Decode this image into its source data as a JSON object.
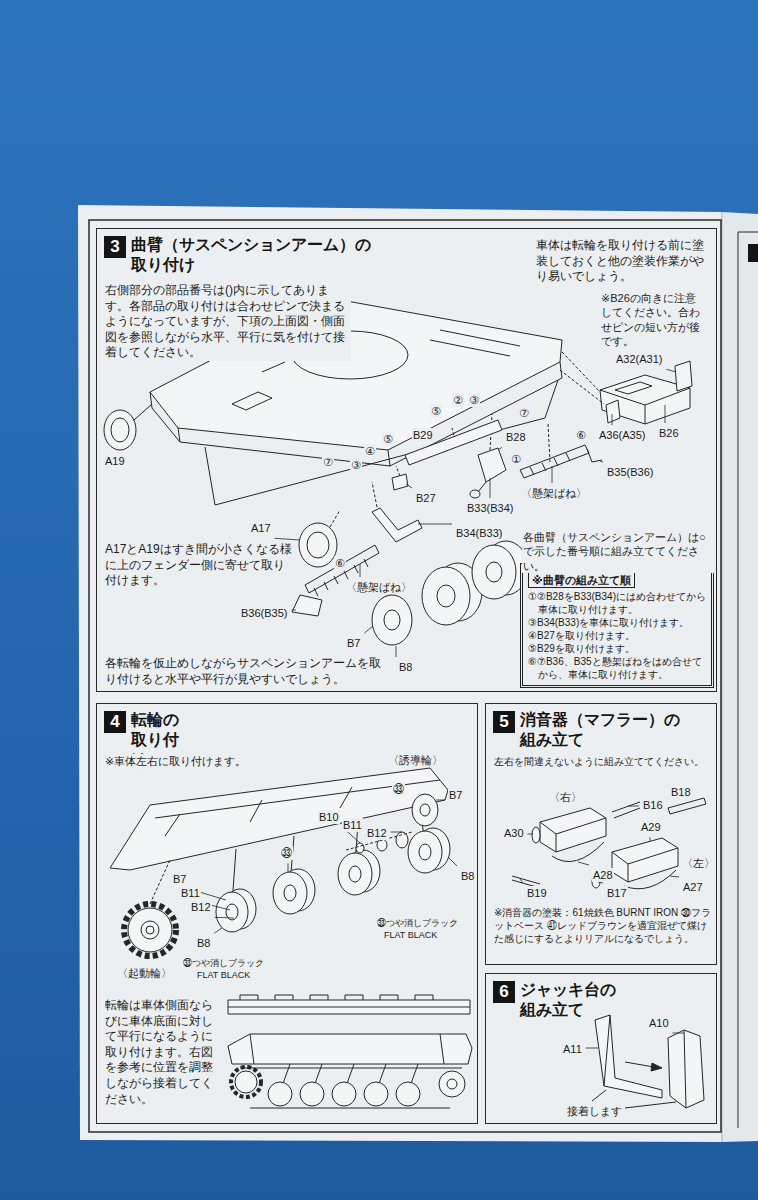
{
  "diagram": {
    "nodes": [
      {
        "text": [
          "曲臂（サスペンションアーム）の 取り付け"
        ]
      },
      {
        "text": [
          "3"
        ],
        "in": 0
      },
      {
        "text": [
          "※曲臂の組み立て順",
          "①②B28をB33(B34)にはめ合わせてから車体に取り付けます。",
          "③B34(B33)を車体に取り付けます。",
          "④B27を取り付けます。",
          "⑤B29を取り付けます。",
          "⑥⑦B36、B35と懸架ばねをはめ合せてから、車体に取り付けます。"
        ],
        "in": 0
      },
      {
        "text": [
          "転輪の 取り付け"
        ]
      },
      {
        "text": [
          "4"
        ],
        "in": 3
      },
      {
        "text": [
          "消音器（マフラー）の 組み立て"
        ]
      },
      {
        "text": [
          "5"
        ],
        "in": 5
      },
      {
        "text": [
          "ジャッキ台の 組み立て"
        ]
      },
      {
        "text": [
          "6"
        ],
        "in": 7
      }
    ],
    "labels": [
      "右側部分の部品番号は()内に示してあります。各部品の取り付けは合わせピンで決まるようになっていますが、下項の上面図・側面図を参照しながら水平、平行に気を付けて接着してください。",
      "車体は転輪を取り付ける前に塗装しておくと他の塗装作業がやり易いでしょう。",
      "※B26の向きに注意してください。合わせピンの短い方が後です。",
      "A32(A31)",
      "B26",
      "A36(A35)",
      "B35(B36)",
      "〈懸架ばね〉",
      "A19",
      "A17",
      "B29",
      "B28",
      "B27",
      "B33(B34)",
      "B34(B33)",
      "〈懸架ばね〉",
      "B36(B35)",
      "B7",
      "B8",
      "②",
      "③",
      "⑤",
      "⑦",
      "①",
      "⑥",
      "④",
      "⑤",
      "⑦",
      "③",
      "⑥",
      "A17とA19はすき間が小さくなる様に上のフェンダー側に寄せて取り付けます。",
      "各曲臂（サスペンションアーム）は○で示した番号順に組み立ててください。",
      "各転輪を仮止めしながらサスペンションアームを取り付けると水平や平行が見やすいでしょう。",
      "※車体左右に取り付けます。",
      "〈誘導輪〉",
      "B7",
      "B10",
      "B11",
      "B12",
      "㉝",
      "B8",
      "㉝",
      "B7",
      "B11",
      "B12",
      "B8",
      "㉝つや消しブラック",
      "FLAT BLACK",
      "㉝つや消しブラック",
      "FLAT BLACK",
      "〈起動輪〉",
      "転輪は車体側面ならびに車体底面に対して平行になるように取り付けます。右図を参考に位置を調整しながら接着してください。",
      "左右を間違えないように組み立ててください。",
      "B18",
      "B16",
      "A30",
      "〈右〉",
      "A28",
      "A29",
      "〈左〉",
      "B19",
      "B17",
      "A27",
      "※消音器の塗装：61焼鉄色 BURNT IRON ㉚フラットベース ㊶レッドブラウンを適宜混ぜて煤けた感じにするとよりリアルになるでしょう。",
      "A11",
      "A10",
      "接着します"
    ]
  }
}
